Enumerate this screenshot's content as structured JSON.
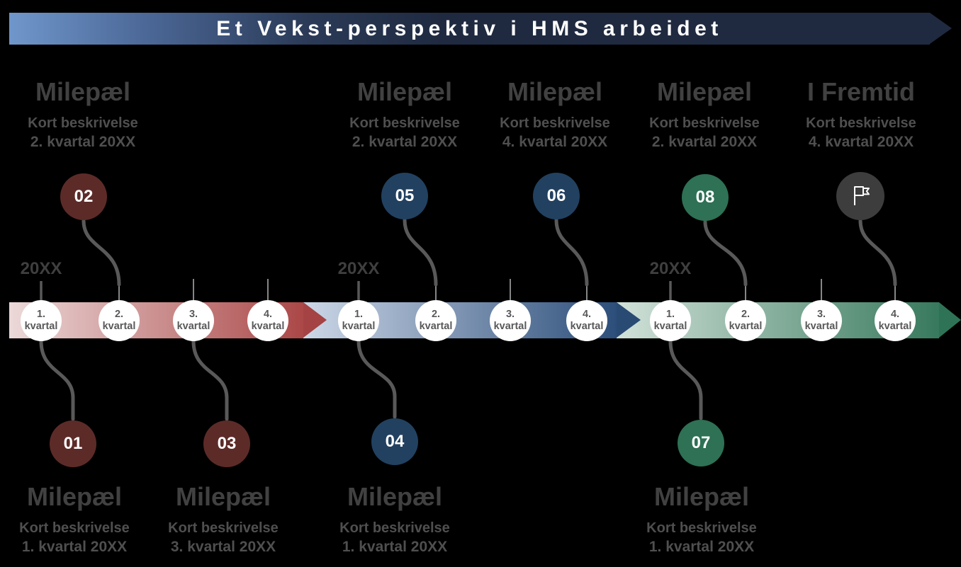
{
  "title_bar": {
    "text": "Et Vekst-perspektiv i HMS arbeidet"
  },
  "timeline": {
    "segments": [
      {
        "year": "20XX",
        "quarters": [
          {
            "num": "1.",
            "word": "kvartal"
          },
          {
            "num": "2.",
            "word": "kvartal"
          },
          {
            "num": "3.",
            "word": "kvartal"
          },
          {
            "num": "4.",
            "word": "kvartal"
          }
        ]
      },
      {
        "year": "20XX",
        "quarters": [
          {
            "num": "1.",
            "word": "kvartal"
          },
          {
            "num": "2.",
            "word": "kvartal"
          },
          {
            "num": "3.",
            "word": "kvartal"
          },
          {
            "num": "4.",
            "word": "kvartal"
          }
        ]
      },
      {
        "year": "20XX",
        "quarters": [
          {
            "num": "1.",
            "word": "kvartal"
          },
          {
            "num": "2.",
            "word": "kvartal"
          },
          {
            "num": "3.",
            "word": "kvartal"
          },
          {
            "num": "4.",
            "word": "kvartal"
          }
        ]
      }
    ]
  },
  "milestones": [
    {
      "number": "01",
      "title": "Milepæl",
      "description": "Kort beskrivelse",
      "date": "1. kvartal 20XX"
    },
    {
      "number": "02",
      "title": "Milepæl",
      "description": "Kort beskrivelse",
      "date": "2. kvartal 20XX"
    },
    {
      "number": "03",
      "title": "Milepæl",
      "description": "Kort beskrivelse",
      "date": "3. kvartal 20XX"
    },
    {
      "number": "04",
      "title": "Milepæl",
      "description": "Kort beskrivelse",
      "date": "1. kvartal 20XX"
    },
    {
      "number": "05",
      "title": "Milepæl",
      "description": "Kort beskrivelse",
      "date": "2. kvartal 20XX"
    },
    {
      "number": "06",
      "title": "Milepæl",
      "description": "Kort beskrivelse",
      "date": "4. kvartal 20XX"
    },
    {
      "number": "07",
      "title": "Milepæl",
      "description": "Kort beskrivelse",
      "date": "1. kvartal 20XX"
    },
    {
      "number": "08",
      "title": "Milepæl",
      "description": "Kort beskrivelse",
      "date": "2. kvartal 20XX"
    },
    {
      "number": "",
      "title": "I Fremtid",
      "description": "Kort beskrivelse",
      "date": "4. kvartal 20XX",
      "icon": "flag"
    }
  ],
  "colors": {
    "background": "#000000",
    "title_bar_light": "#7097cb",
    "title_bar_dark": "#1f2a40",
    "band_red_light": "#ecd9d9",
    "band_red_dark": "#ab4747",
    "band_blue_light": "#cdd8e8",
    "band_blue_dark": "#2c4e7a",
    "band_green_light": "#d2e2da",
    "band_green_dark": "#37795c",
    "milestone_maroon": "#5c2b28",
    "milestone_navy": "#224160",
    "milestone_green": "#2e7155",
    "flag_gray": "#3d3d3d",
    "heading_gray": "#414141",
    "text_gray": "#595959"
  }
}
